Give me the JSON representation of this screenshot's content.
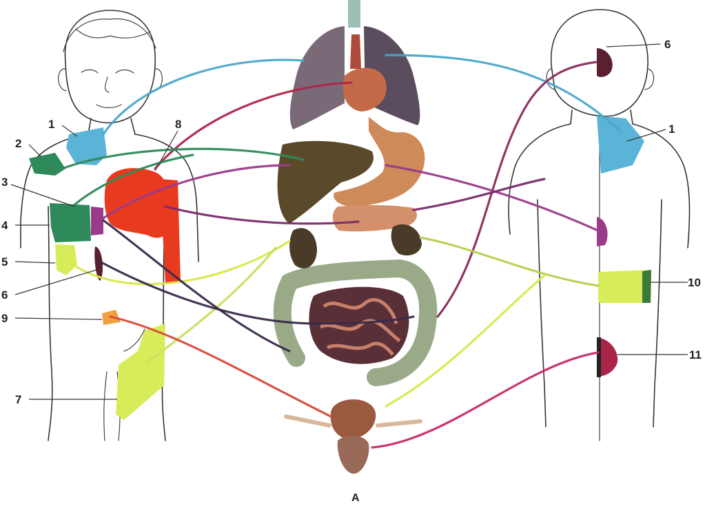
{
  "figure": {
    "caption": "А"
  },
  "front_labels": [
    "1",
    "2",
    "3",
    "4",
    "5",
    "6",
    "8",
    "9",
    "7"
  ],
  "back_labels": [
    "6",
    "1",
    "10",
    "11"
  ],
  "colors": {
    "lung_link": "#4aa6c8",
    "heart_link": "#b0244a",
    "liver_link": "#2e8a5a",
    "stomach_link": "#9a3a8a",
    "pancreas_link": "#7a2a6a",
    "intestine_link": "#d8e84a",
    "kidney_link": "#3a2a4a",
    "bladder_link": "#d84a3a",
    "uterus_link": "#c8286a",
    "zone_neck": "#5ab4d8",
    "zone_liver": "#2e8a5a",
    "zone_heart": "#e83a1e",
    "zone_intestine": "#d8ec5a",
    "zone_stomach": "#9a3a8a",
    "zone_dark": "#5a2030"
  }
}
